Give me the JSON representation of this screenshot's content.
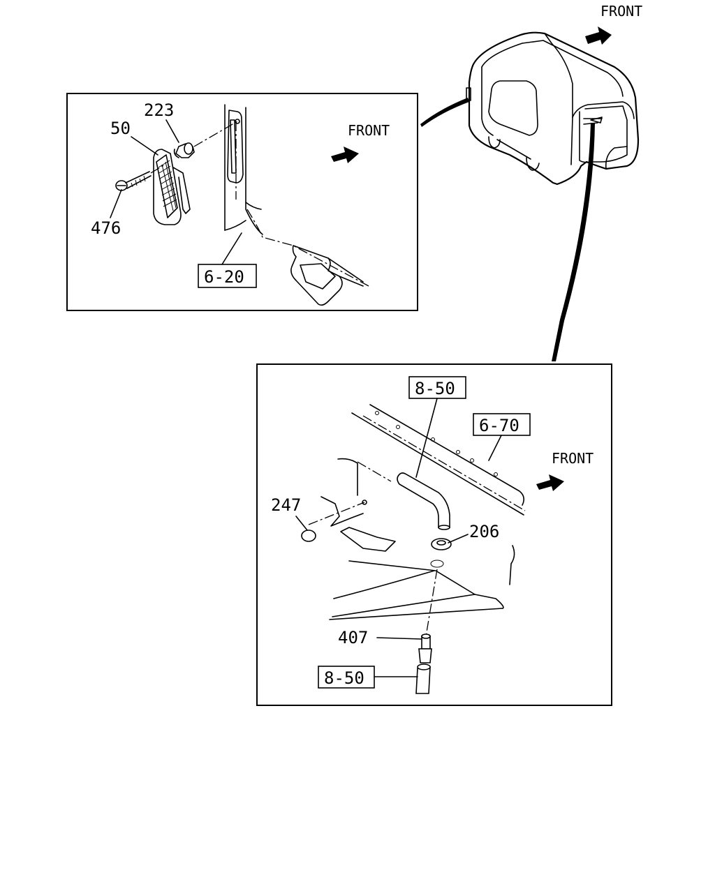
{
  "front_labels": {
    "top": "FRONT",
    "detail1": "FRONT",
    "detail2": "FRONT"
  },
  "detail1": {
    "callouts": {
      "p223": "223",
      "p50": "50",
      "p476": "476"
    },
    "ref": "6-20"
  },
  "detail2": {
    "callouts": {
      "p247": "247",
      "p206": "206",
      "p407": "407"
    },
    "refs": {
      "top": "8-50",
      "frame": "6-70",
      "bottom": "8-50"
    }
  }
}
